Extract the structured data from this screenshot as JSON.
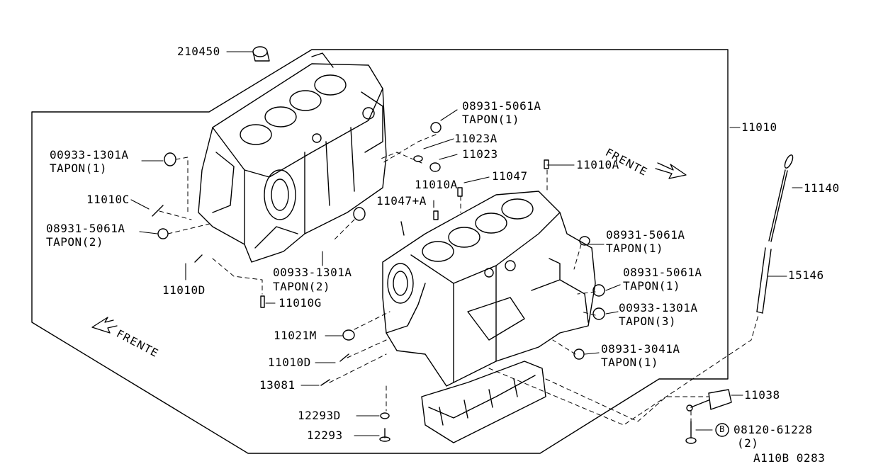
{
  "diagram": {
    "code": "A110B 0283",
    "frente": "FRENTE",
    "labels": {
      "p210450": "210450",
      "p08931_5061A_top": "08931-5061A",
      "tapon1_top": "TAPON(1)",
      "p11023A": "11023A",
      "p11023": "11023",
      "p11010A_right": "11010A",
      "p11047": "11047",
      "p11010A_mid": "11010A",
      "p11047A": "11047+A",
      "p11010": "11010",
      "p00933_left": "00933-1301A",
      "tapon1_left": "TAPON(1)",
      "p11010C": "11010C",
      "p08931_left": "08931-5061A",
      "tapon2_left": "TAPON(2)",
      "p11010D_left": "11010D",
      "p00933_mid": "00933-1301A",
      "tapon2_mid": "TAPON(2)",
      "p11010G": "11010G",
      "p11140": "11140",
      "p08931_r1": "08931-5061A",
      "tapon1_r1": "TAPON(1)",
      "p15146": "15146",
      "p08931_r2": "08931-5061A",
      "tapon1_r2": "TAPON(1)",
      "p00933_r3": "00933-1301A",
      "tapon3_r3": "TAPON(3)",
      "p11021M": "11021M",
      "p11010D_bot": "11010D",
      "p08931_3041A": "08931-3041A",
      "tapon1_bot": "TAPON(1)",
      "p13081": "13081",
      "p11038": "11038",
      "p12293D": "12293D",
      "p12293": "12293",
      "p08120": "08120-61228",
      "qty2": "(2)",
      "bolt_symbol": "B"
    }
  }
}
